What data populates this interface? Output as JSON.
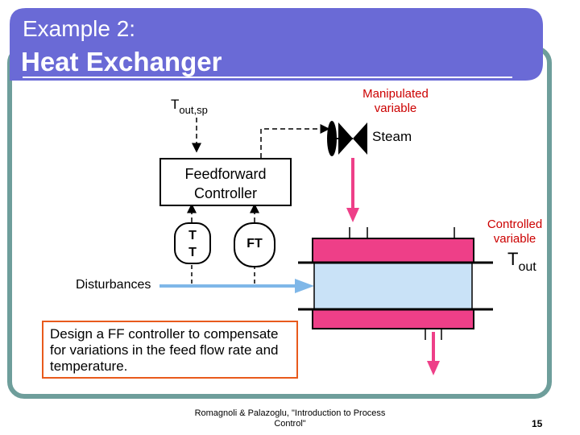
{
  "slide": {
    "title_line1": "Example 2:",
    "title_line2": "Heat Exchanger",
    "page_number": "15",
    "colors": {
      "header": "#6a6ad6",
      "frame": "#6e9e9b",
      "tube": "#ee3f88",
      "shell_fill": "#c9e2f7",
      "note_border": "#e85a1c",
      "label_red": "#cc0000"
    }
  },
  "diagram": {
    "setpoint_label": "T",
    "setpoint_sub": "out,sp",
    "manipulated_label": "Manipulated variable",
    "steam_label": "Steam",
    "controller_line1": "Feedforward",
    "controller_line2": "Controller",
    "tt_line1": "T",
    "tt_line2": "T",
    "ft_label": "FT",
    "controlled_label": "Controlled variable",
    "tout_label": "T",
    "tout_sub": "out",
    "disturbances_label": "Disturbances"
  },
  "note": {
    "text": "Design a FF controller to compensate for variations in the feed flow rate and temperature."
  },
  "credit": {
    "text": "Romagnoli & Palazoglu, \"Introduction to Process Control\""
  }
}
